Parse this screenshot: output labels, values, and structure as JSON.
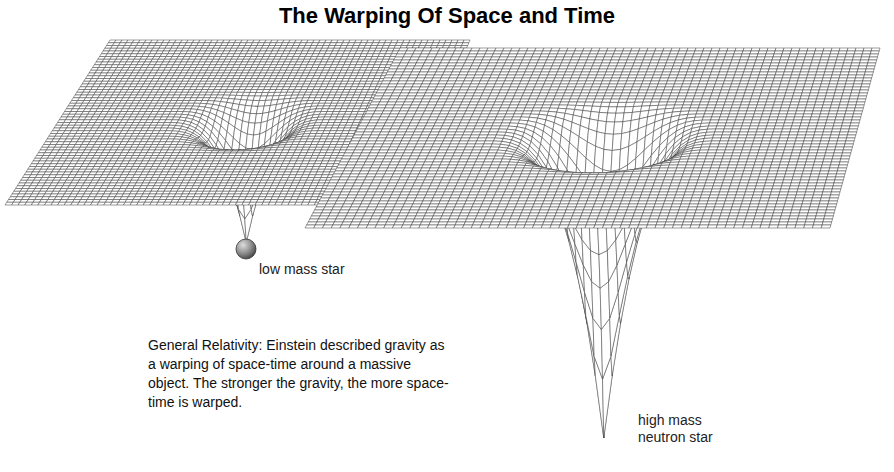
{
  "diagram": {
    "title": "The Warping Of Space and Time",
    "caption": "General Relativity: Einstein described gravity as a warping of space-time around a massive object. The stronger the gravity, the more space-time is warped.",
    "labels": [
      "low mass star",
      "high mass neutron star"
    ]
  }
}
